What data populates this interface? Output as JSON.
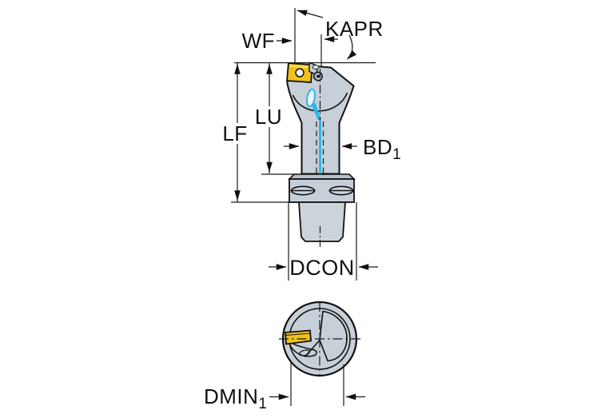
{
  "figure": {
    "type": "technical-dimension-drawing",
    "description_visible_views": 2
  },
  "labels": {
    "wf": "WF",
    "kapr": "KAPR",
    "lf": "LF",
    "lu": "LU",
    "bd": "BD",
    "bd_sub": "1",
    "dcon": "DCON",
    "dmin": "DMIN",
    "dmin_sub": "1"
  },
  "colors": {
    "body": "#c7d0d8",
    "body_dark": "#b7c1cb",
    "body_light": "#ccd4db",
    "insert": "#f2c118",
    "coolant": "#2eb6e8",
    "line": "#1a1a1a",
    "background": "#ffffff"
  }
}
